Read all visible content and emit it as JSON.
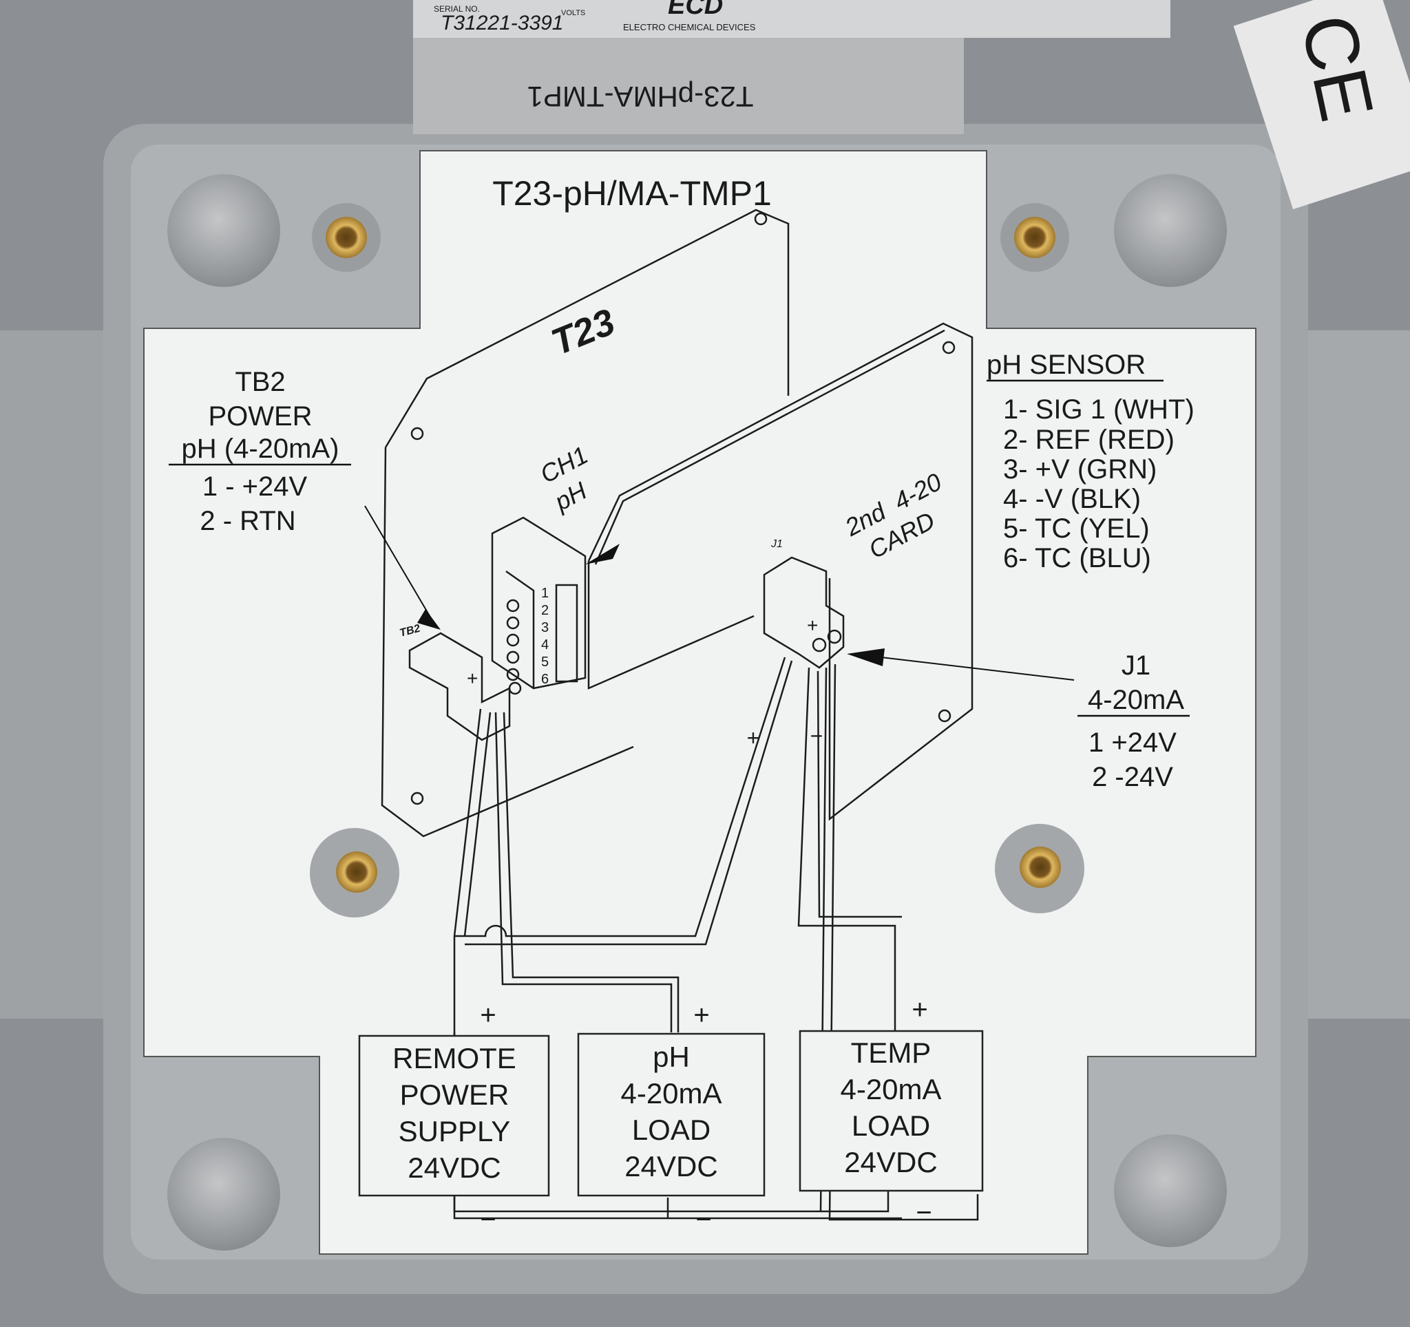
{
  "serial_label": {
    "serial_caption": "SERIAL NO.",
    "serial_value": "T31221-3391",
    "volts_caption": "VOLTS",
    "brand_logo": "ECD",
    "brand_name": "ELECTRO CHEMICAL DEVICES"
  },
  "mirrored_model": "T23-pHMA-TMP1",
  "ce_mark": "CE",
  "diagram": {
    "title": "T23-pH/MA-TMP1",
    "board_label": "T23",
    "ch1_label": [
      "CH1",
      "pH"
    ],
    "card_label": [
      "2nd  4-20",
      "CARD"
    ],
    "tb2_tag": "TB2",
    "j1_tag": "J1",
    "terminal_numbers": [
      "1",
      "2",
      "3",
      "4",
      "5",
      "6"
    ],
    "tb2_block": {
      "lines": [
        "TB2",
        "POWER",
        "pH (4-20mA)"
      ],
      "pins": [
        "1 - +24V",
        "2 - RTN"
      ]
    },
    "ph_sensor": {
      "heading": "pH SENSOR",
      "pins": [
        "1- SIG 1 (WHT)",
        "2- REF (RED)",
        "3- +V (GRN)",
        "4- -V (BLK)",
        "5- TC (YEL)",
        "6- TC (BLU)"
      ]
    },
    "j1_block": {
      "lines": [
        "J1",
        "4-20mA"
      ],
      "pins": [
        "1 +24V",
        "2 -24V"
      ]
    },
    "plus": "+",
    "minus": "−",
    "boxes": [
      {
        "lines": [
          "REMOTE",
          "POWER",
          "SUPPLY",
          "24VDC"
        ]
      },
      {
        "lines": [
          "pH",
          "4-20mA",
          "LOAD",
          "24VDC"
        ]
      },
      {
        "lines": [
          "TEMP",
          "4-20mA",
          "LOAD",
          "24VDC"
        ]
      }
    ]
  }
}
